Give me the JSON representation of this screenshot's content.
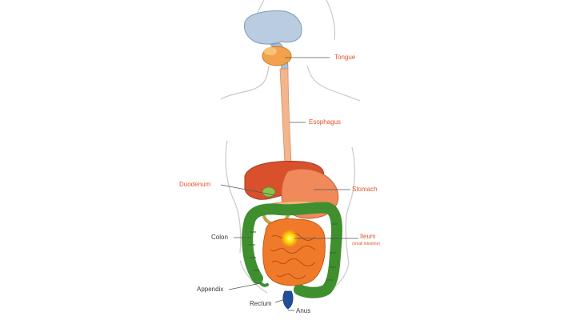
{
  "labels": {
    "tongue": "Tongue",
    "esophagus": "Esophagus",
    "duodenum": "Duodenum",
    "stomach": "Stomach",
    "colon": "Colon",
    "ileum": "Ileum",
    "ileum_sub": "(small intestine)",
    "appendix": "Appendix",
    "rectum": "Rectum",
    "anus": "Anus"
  },
  "colors": {
    "label_highlight": "#e0552a",
    "label_plain": "#3a3a3a",
    "outline": "#c9c9c9",
    "liver": "#d9502c",
    "stomach": "#f08a5a",
    "colon": "#3f8f2e",
    "small_intestine": "#f07a2a",
    "esophagus": "#f3b58c",
    "rectum": "#1f4f9a"
  },
  "icons": [
    "highlight-glow"
  ]
}
